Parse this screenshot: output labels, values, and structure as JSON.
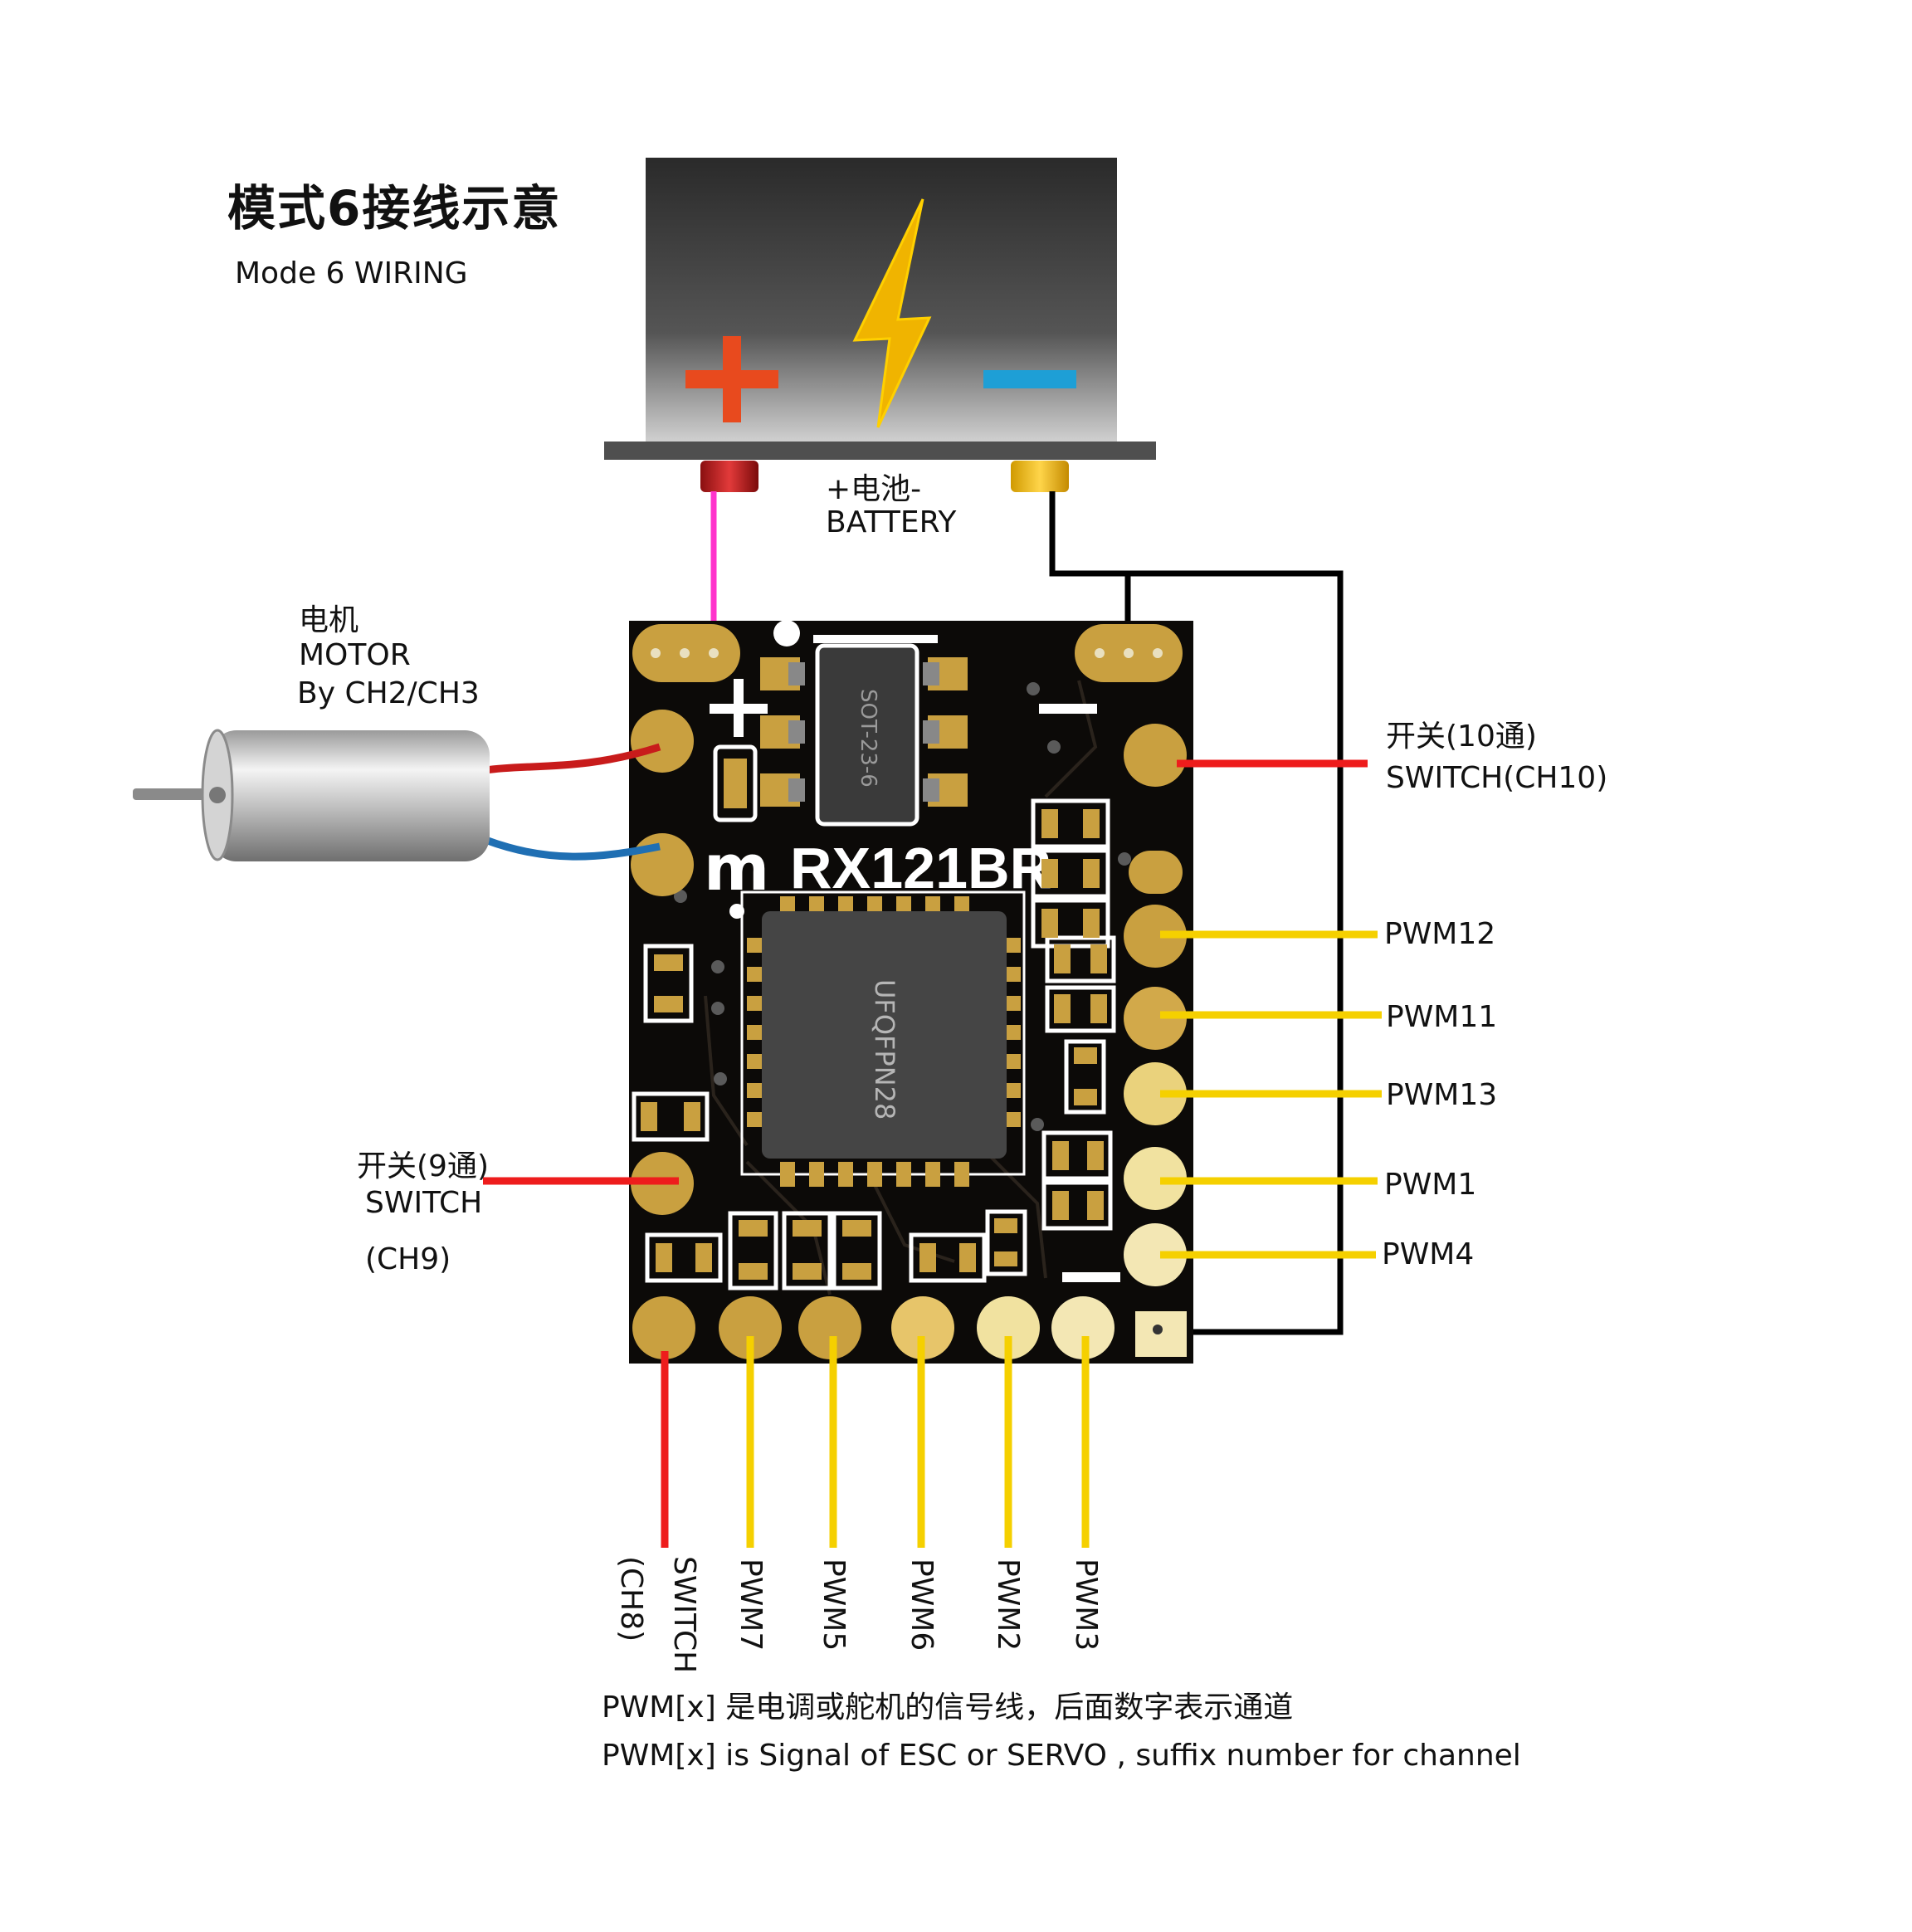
{
  "header": {
    "title_cn": "模式6接线示意",
    "title_en": "Mode 6 WIRING"
  },
  "battery": {
    "label_cn": "+电池-",
    "label_en": "BATTERY"
  },
  "motor": {
    "label_cn": "电机",
    "label_en": "MOTOR",
    "label_ch": "By CH2/CH3"
  },
  "board": {
    "model": "RX121BR",
    "chip_small": "SOT-23-6",
    "chip_main": "UFQFPN28"
  },
  "right_pins": {
    "switch_ch10_cn": "开关(10通)",
    "switch_ch10_en": "SWITCH(CH10)",
    "pwm12": "PWM12",
    "pwm11": "PWM11",
    "pwm13": "PWM13",
    "pwm1": "PWM1",
    "pwm4": "PWM4"
  },
  "left_pins": {
    "switch_ch9_cn": "开关(9通)",
    "switch_ch9_en": "SWITCH",
    "switch_ch9_ch": "(CH9)"
  },
  "bottom_pins": {
    "switch_ch8_en": "SWITCH",
    "switch_ch8_ch": "(CH8)",
    "pwm7": "PWM7",
    "pwm5": "PWM5",
    "pwm6": "PWM6",
    "pwm2": "PWM2",
    "pwm3": "PWM3"
  },
  "notes": {
    "line_cn": "PWM[x] 是电调或舵机的信号线，后面数字表示通道",
    "line_en": "PWM[x]  is Signal of ESC or SERVO , suffix number  for channel"
  },
  "colors": {
    "board": "#0c0a08",
    "pad_gold": "#c9a040",
    "pad_light": "#f3e7a8",
    "wire_yellow": "#f5d000",
    "wire_red": "#ee1c1c",
    "wire_magenta": "#ff33cc",
    "wire_black": "#000000",
    "battery_plus": "#e84a1e",
    "battery_minus": "#1e9fd6",
    "bolt": "#f0b400"
  }
}
